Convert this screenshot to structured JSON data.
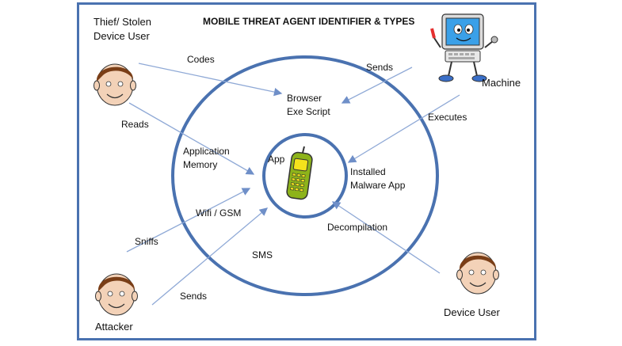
{
  "title": "MOBILE THREAT AGENT IDENTIFIER & TYPES",
  "actors": {
    "thief_line1": "Thief/ Stolen",
    "thief_line2": "Device User",
    "machine": "Machine",
    "attacker": "Attacker",
    "device_user": "Device User"
  },
  "arrows": {
    "codes": "Codes",
    "sends_machine": "Sends",
    "reads": "Reads",
    "executes": "Executes",
    "sniffs": "Sniffs",
    "sends_attacker": "Sends",
    "decompilation": "Decompilation"
  },
  "ring": {
    "browser_line1": "Browser",
    "browser_line2": "Exe Script",
    "app_memory_line1": "Application",
    "app_memory_line2": "Memory",
    "installed_line1": "Installed",
    "installed_line2": "Malware App",
    "wifi_gsm": "Wifi / GSM",
    "sms": "SMS"
  },
  "center": {
    "app": "App"
  },
  "colors": {
    "frame": "#4a72b0",
    "ring": "#4a72b0",
    "arrow": "#8fa9d6",
    "phone_body": "#8db31a",
    "phone_screen": "#f4e21c"
  }
}
